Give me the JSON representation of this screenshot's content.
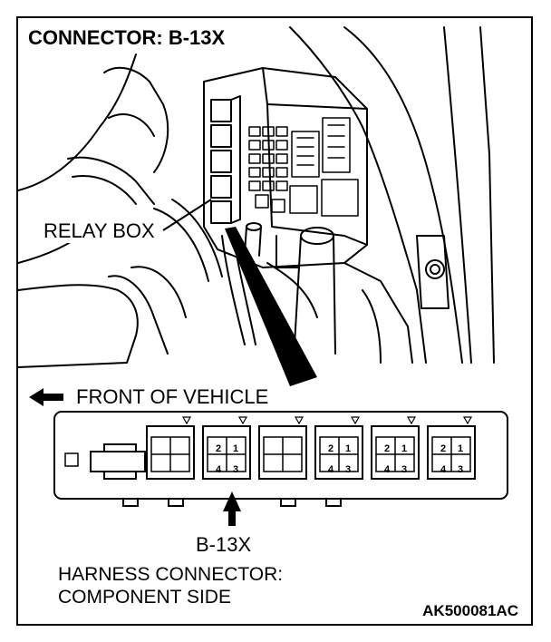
{
  "title": "CONNECTOR: B-13X",
  "callout_relay_box": "RELAY BOX",
  "direction_label": "FRONT OF VEHICLE",
  "connector_id": "B-13X",
  "caption_line1": "HARNESS CONNECTOR:",
  "caption_line2": "COMPONENT SIDE",
  "figure_code": "AK500081AC",
  "pin_numbers": [
    "1",
    "2",
    "3",
    "4"
  ]
}
